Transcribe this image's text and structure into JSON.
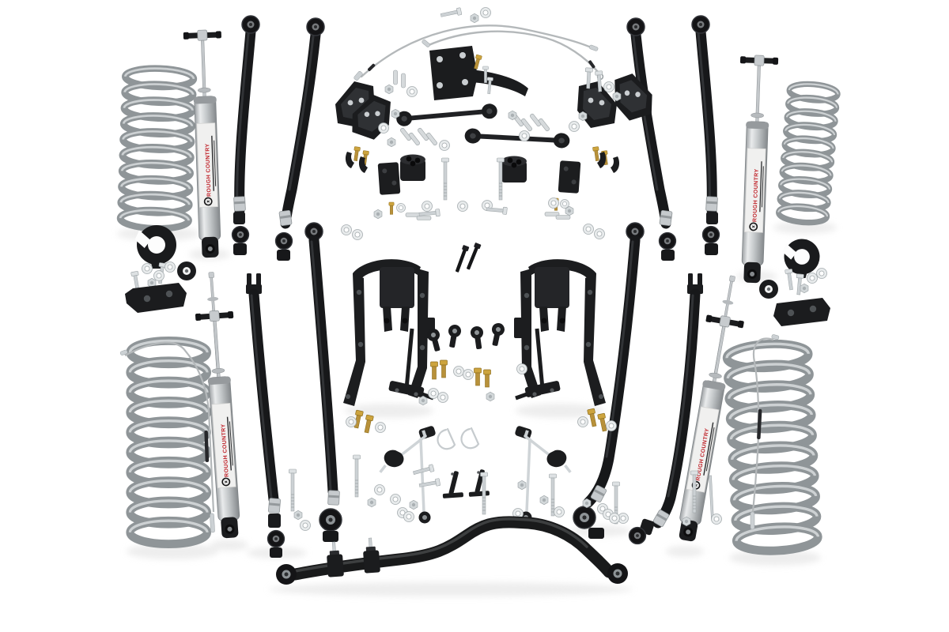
{
  "meta": {
    "type": "product-photo",
    "description": "Overhead studio photograph of a complete long-arm suspension lift kit laid out on a white background: four gray coil springs and four silver shock absorbers at the corners, eight long black control arms, two control-arm drop brackets in the center, sway-bar end links, braided stainless brake lines, bump-stop spacers, spring isolators, axle brackets, plated mounting hardware, and a forged adjustable track bar across the bottom."
  },
  "brand": {
    "shock_label": "ROUGH COUNTRY"
  },
  "palette": {
    "background": "#ffffff",
    "black_part": "#1b1c1e",
    "black_highlight": "#36383c",
    "spring_gray": "#8f9598",
    "spring_light": "#cdd1d3",
    "shock_silver_light": "#e9ebec",
    "shock_silver_dark": "#85898c",
    "label_red": "#c0232a",
    "brass": "#b8913a",
    "zinc": "#d3d8da",
    "zinc_dark": "#9aa1a4",
    "line_gray": "#b4b8ba",
    "shadow": "#dcdcdc"
  },
  "parts": [
    {
      "name": "coil-spring",
      "label": "Coil Spring",
      "qty": 4
    },
    {
      "name": "shock-absorber",
      "label": "Shock Absorber with red brand label",
      "qty": 4
    },
    {
      "name": "long-control-arm",
      "label": "Long Control Arm",
      "qty": 8
    },
    {
      "name": "adjustable-track-bar",
      "label": "Forged Adjustable Track Bar",
      "qty": 1
    },
    {
      "name": "control-arm-drop-bracket",
      "label": "Control-Arm Drop Bracket",
      "qty": 2
    },
    {
      "name": "sway-bar-end-link",
      "label": "Sway-Bar End Link",
      "qty": 4
    },
    {
      "name": "braided-brake-line",
      "label": "Braided Stainless Brake Line",
      "qty": 2
    },
    {
      "name": "extended-line",
      "label": "Extended Line",
      "qty": 2
    },
    {
      "name": "bump-stop-spacer",
      "label": "Bump-Stop Spacer",
      "qty": 2
    },
    {
      "name": "spring-isolator",
      "label": "Spring Isolator",
      "qty": 2
    },
    {
      "name": "axle-bracket",
      "label": "Axle Bracket",
      "qty": 4
    },
    {
      "name": "track-bar-bracket",
      "label": "Track-Bar Bracket",
      "qty": 1
    },
    {
      "name": "hardware",
      "label": "Mounting hardware: bolts, nuts, washers, sleeves, clips",
      "qty": 1
    }
  ]
}
